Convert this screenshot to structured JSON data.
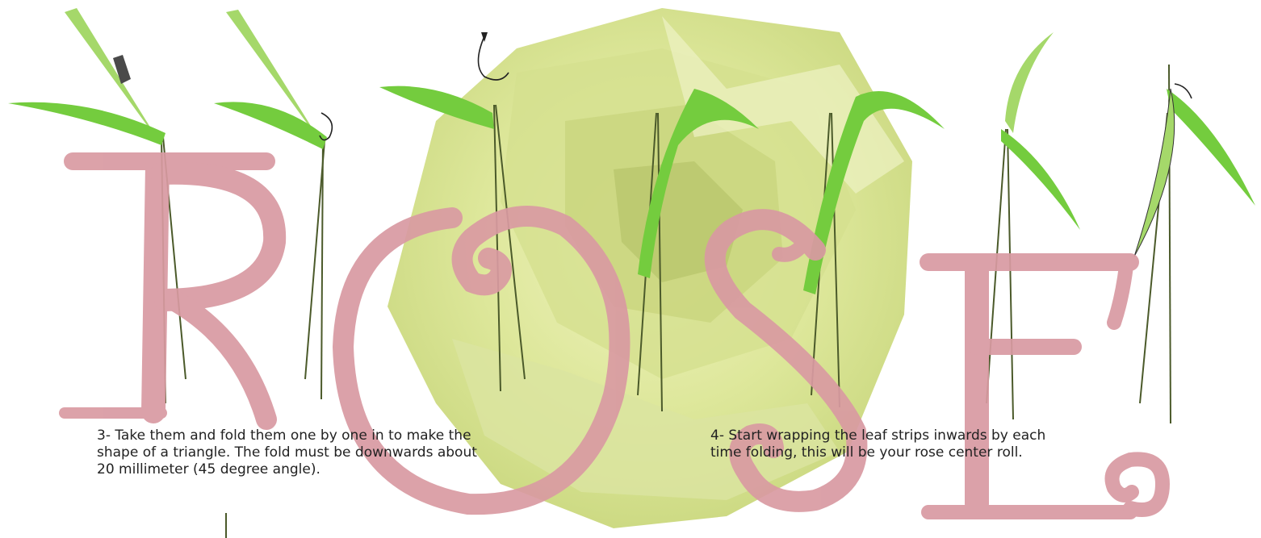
{
  "watermark": {
    "word": "ROSE",
    "letters": [
      "R",
      "O",
      "S",
      "E"
    ],
    "color": "#d99aa2"
  },
  "colors": {
    "leaf_green": "#74cc3e",
    "leaf_light": "#a5d86a",
    "stem": "#4b5a2a",
    "rose_paper": "#e6eba6"
  },
  "icons": [
    "fold-arrow-icon",
    "curl-arrow-icon",
    "rotate-arrow-icon"
  ],
  "steps": [
    {
      "number": "3",
      "text": "3- Take them and fold them one by one in to make the\nshape of a triangle. The fold must be downwards about\n20 millimeter (45 degree angle)."
    },
    {
      "number": "4",
      "text": "4- Start wrapping the leaf strips inwards by each\ntime folding, this will be your rose center roll."
    }
  ]
}
